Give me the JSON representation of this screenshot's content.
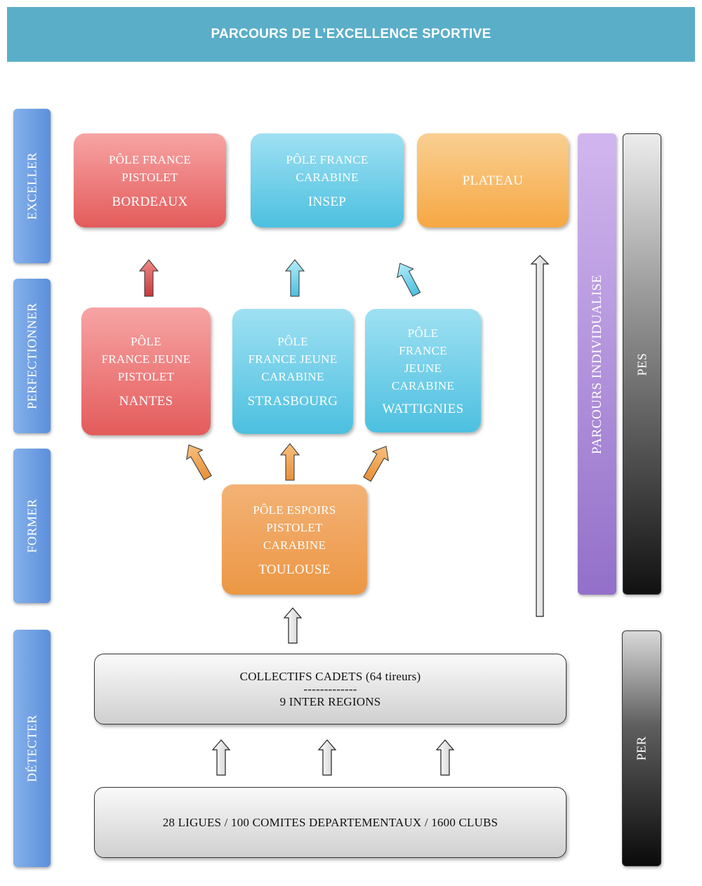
{
  "header": {
    "title": "PARCOURS DE L’EXCELLENCE SPORTIVE"
  },
  "stages": {
    "exceller": "EXCELLER",
    "perfectionner": "PERFECTIONNER",
    "former": "FORMER",
    "detecter": "DÉTECTER"
  },
  "excel": {
    "pistolet": {
      "lines": [
        "PÔLE FRANCE",
        "PISTOLET"
      ],
      "city": "BORDEAUX"
    },
    "carabine": {
      "lines": [
        "PÔLE FRANCE",
        "CARABINE"
      ],
      "city": "INSEP"
    },
    "plateau": {
      "label": "PLATEAU"
    }
  },
  "perf": {
    "nantes": {
      "lines": [
        "PÔLE",
        "FRANCE JEUNE",
        "PISTOLET"
      ],
      "city": "NANTES"
    },
    "strasbourg": {
      "lines": [
        "PÔLE",
        "FRANCE JEUNE",
        "CARABINE"
      ],
      "city": "STRASBOURG"
    },
    "wattignies": {
      "lines": [
        "PÔLE",
        "FRANCE",
        "JEUNE",
        "CARABINE"
      ],
      "city": "WATTIGNIES"
    }
  },
  "former": {
    "toulouse": {
      "lines": [
        "PÔLE ESPOIRS",
        "PISTOLET",
        "CARABINE"
      ],
      "city": "TOULOUSE"
    }
  },
  "detect": {
    "cadets": {
      "line1": "COLLECTIFS  CADETS  (64 tireurs)",
      "separator": "-------------",
      "line2": "9 INTER REGIONS"
    },
    "base": {
      "label": "28 LIGUES  /  100 COMITES DEPARTEMENTAUX / 1600 CLUBS"
    }
  },
  "side": {
    "parcours": "PARCOURS  INDIVIDUALISE",
    "pes": "PES",
    "per": "PER"
  },
  "colors": {
    "header": "#5aaec8",
    "stage": "#6b9be0",
    "red": "#e45b5b",
    "cyan": "#4cc0e0",
    "orange": "#ec9744",
    "purple": "#9370c9"
  }
}
